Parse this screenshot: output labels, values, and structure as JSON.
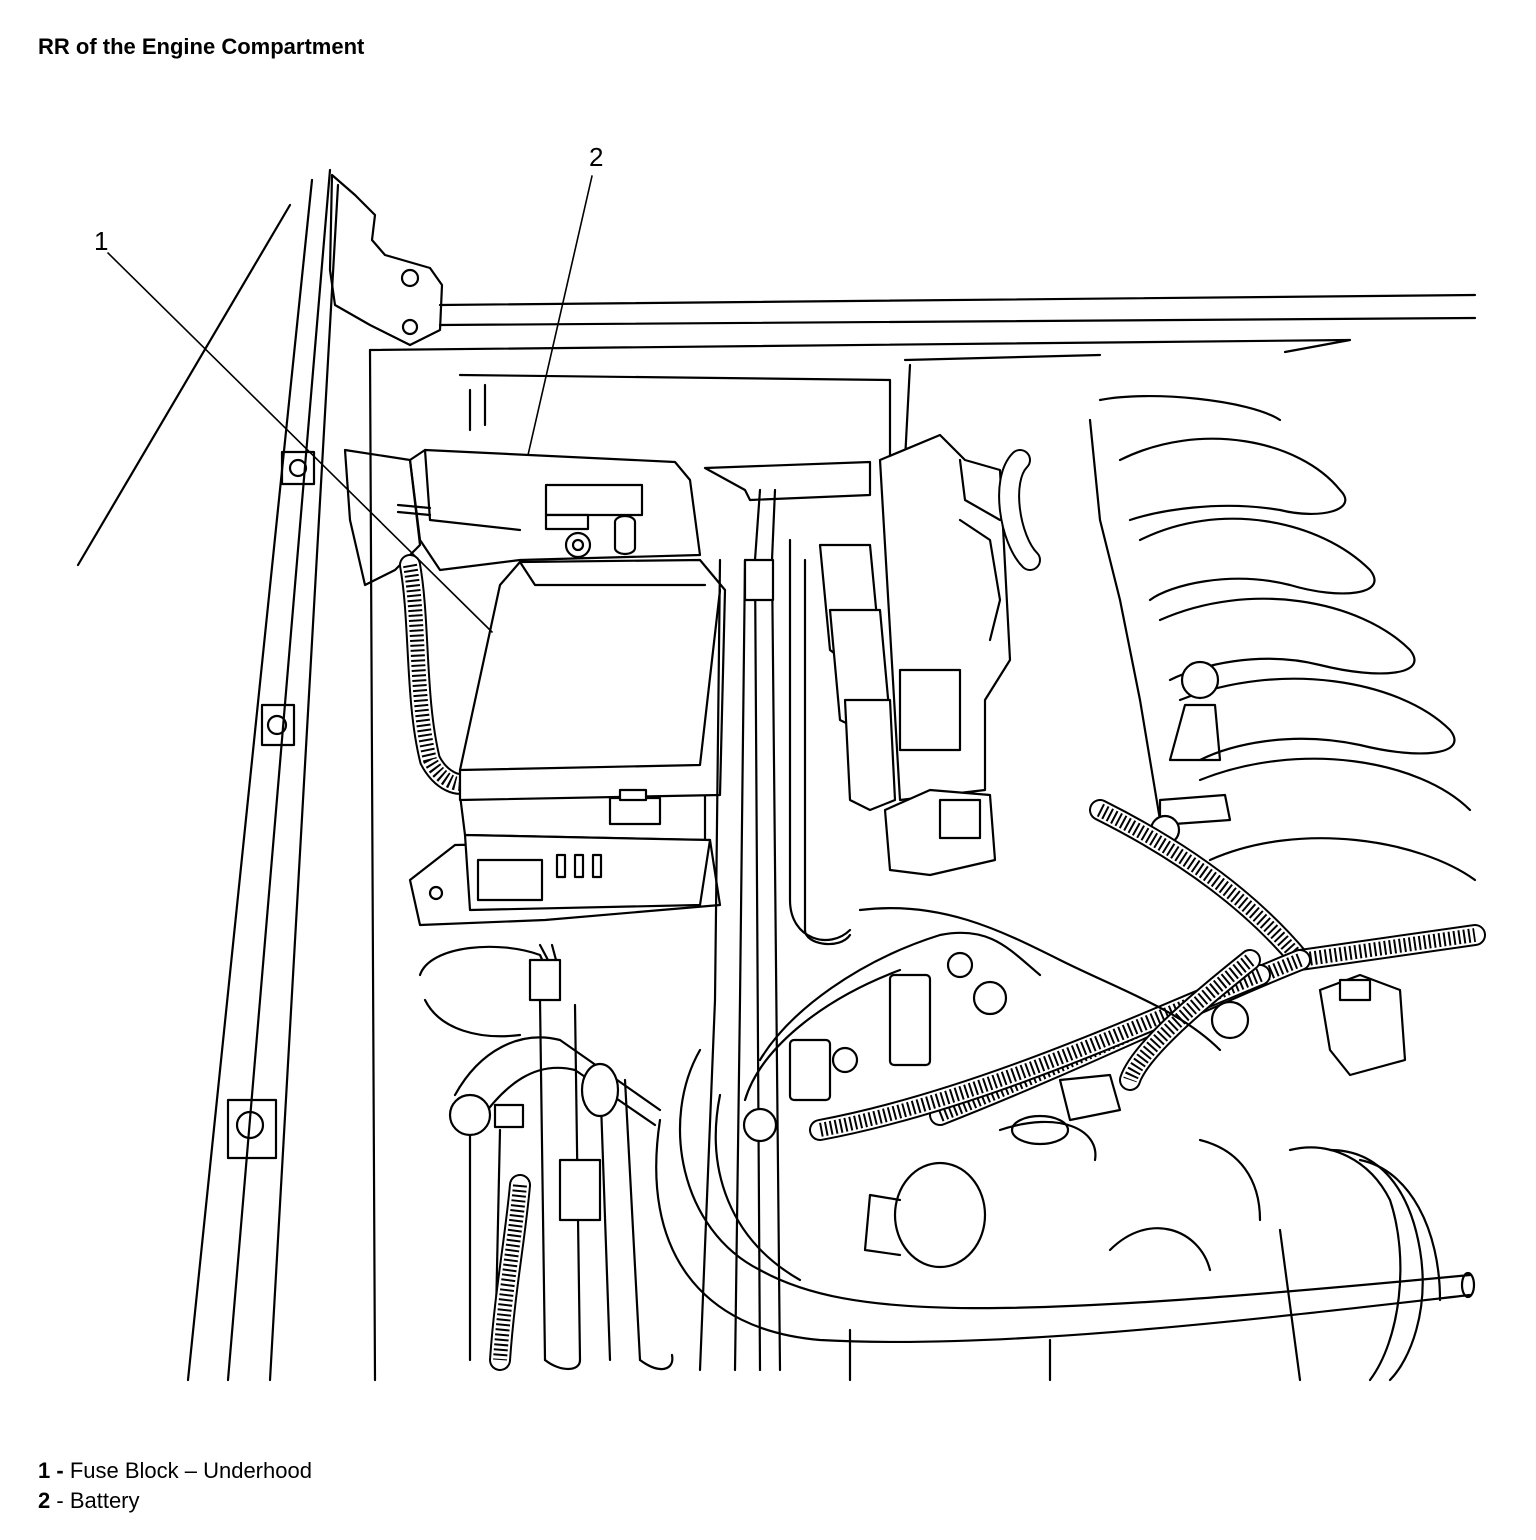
{
  "title": "RR of the Engine Compartment",
  "callouts": [
    {
      "number": "1",
      "separator": " - ",
      "label": "Fuse Block – Underhood"
    },
    {
      "number": "2",
      "separator": " - ",
      "label": "Battery"
    }
  ]
}
